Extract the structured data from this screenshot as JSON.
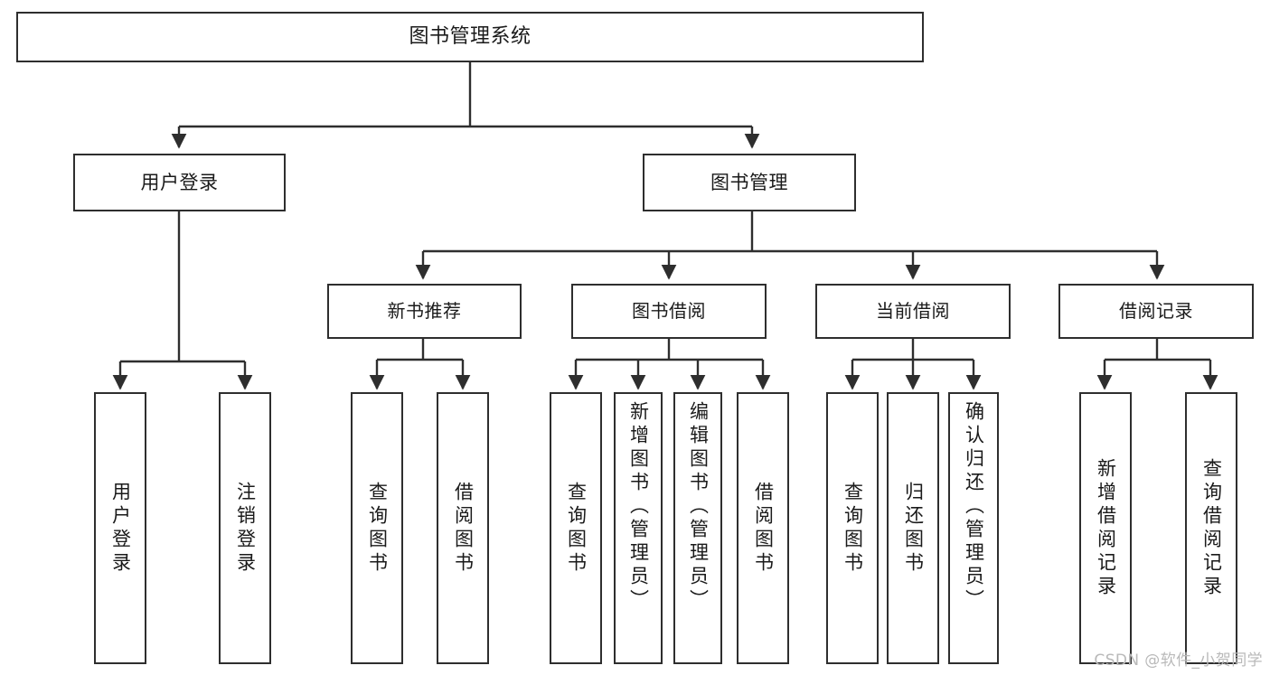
{
  "diagram": {
    "title": "图书管理系统",
    "type": "tree-hierarchy-diagram",
    "root": {
      "label": "图书管理系统"
    },
    "level2": [
      {
        "label": "用户登录"
      },
      {
        "label": "图书管理"
      }
    ],
    "level3": [
      {
        "label": "新书推荐"
      },
      {
        "label": "图书借阅"
      },
      {
        "label": "当前借阅"
      },
      {
        "label": "借阅记录"
      }
    ],
    "leaves": {
      "user_login": [
        {
          "label": "用户登录"
        },
        {
          "label": "注销登录"
        }
      ],
      "new_book_recommend": [
        {
          "label": "查询图书"
        },
        {
          "label": "借阅图书"
        }
      ],
      "book_borrow": [
        {
          "label": "查询图书"
        },
        {
          "label": "新增图书（管理员）"
        },
        {
          "label": "编辑图书（管理员）"
        },
        {
          "label": "借阅图书"
        }
      ],
      "current_borrow": [
        {
          "label": "查询图书"
        },
        {
          "label": "归还图书"
        },
        {
          "label": "确认归还（管理员）"
        }
      ],
      "borrow_record": [
        {
          "label": "新增借阅记录"
        },
        {
          "label": "查询借阅记录"
        }
      ]
    }
  },
  "watermark": {
    "text": "CSDN @软件_小贺同学"
  },
  "colors": {
    "stroke": "#2e2e2e",
    "background": "#ffffff",
    "text": "#1a1a1a",
    "watermark": "#b9b9b9"
  }
}
